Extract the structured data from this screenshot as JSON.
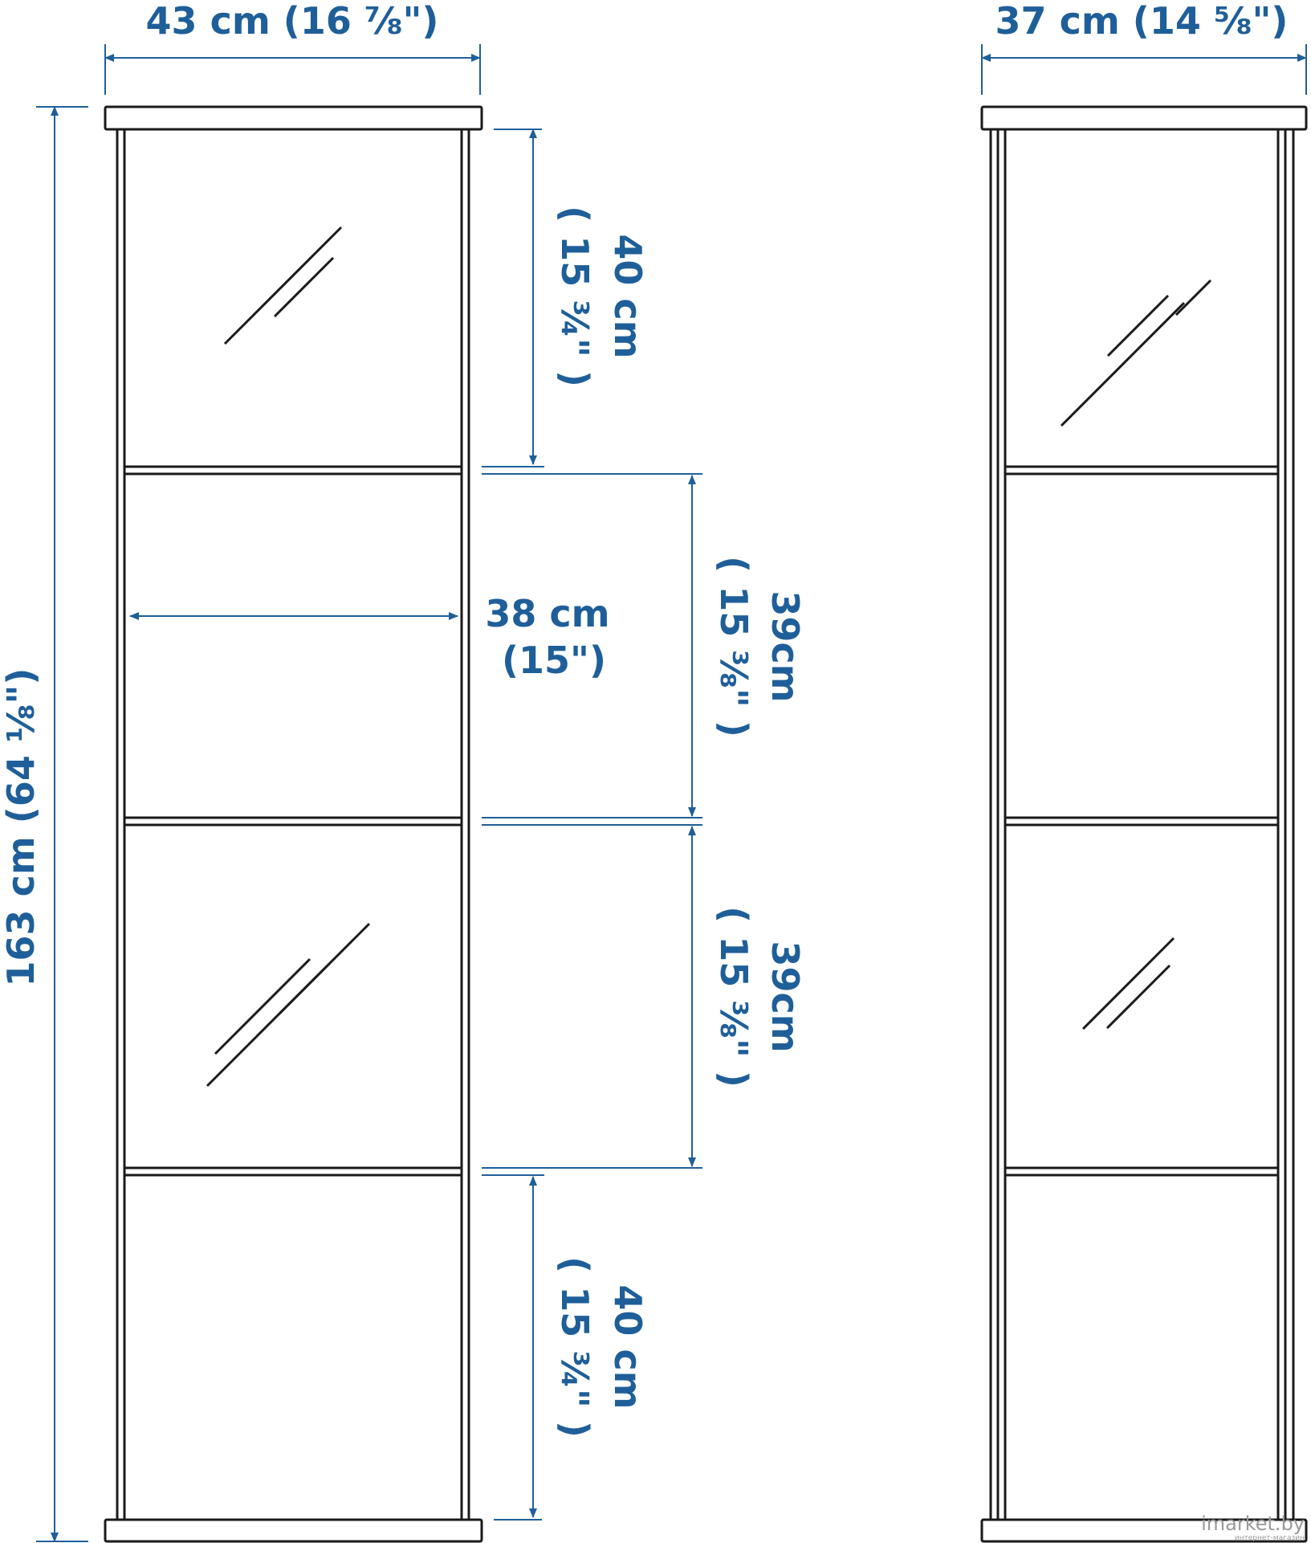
{
  "colors": {
    "ink": "#1a1a1a",
    "dimension": "#1f5f99",
    "watermark": "#9a9a9a"
  },
  "left_view": {
    "width_label": "43 cm (16 ⅞\")",
    "height_label": "163 cm (64 ⅛\")",
    "inner_width_label_cm": "38 cm",
    "inner_width_label_in": "(15\")",
    "sections": [
      {
        "cm": "40 cm",
        "in": "( 15 ¾\" )"
      },
      {
        "cm": "39cm",
        "in": "( 15 ⅜\" )"
      },
      {
        "cm": "39cm",
        "in": "( 15 ⅜\" )"
      },
      {
        "cm": "40 cm",
        "in": "( 15 ¾\" )"
      }
    ]
  },
  "right_view": {
    "width_label": "37 cm (14 ⅝\")"
  },
  "watermark": {
    "brand": "imarket.by",
    "tagline": "интернет-магазин"
  }
}
